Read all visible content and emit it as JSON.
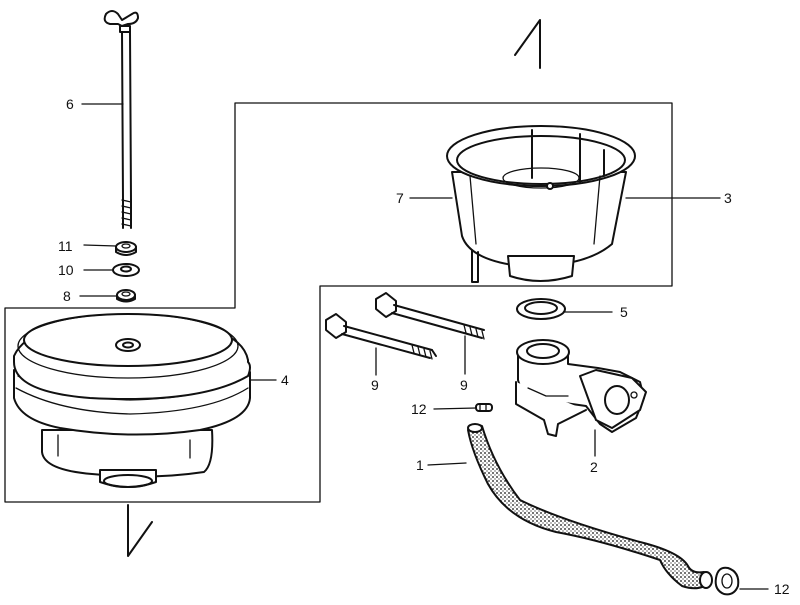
{
  "callouts": {
    "c1": "1",
    "c2": "2",
    "c3": "3",
    "c4": "4",
    "c5": "5",
    "c6": "6",
    "c7": "7",
    "c8": "8",
    "c9a": "9",
    "c9b": "9",
    "c10": "10",
    "c11": "11",
    "c12a": "12",
    "c12b": "12"
  }
}
